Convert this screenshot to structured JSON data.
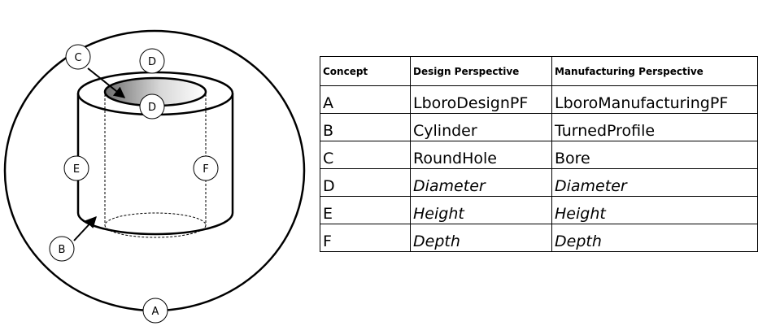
{
  "figure": {
    "callouts": {
      "a": "A",
      "b": "B",
      "c": "C",
      "d_top": "D",
      "d_inner": "D",
      "e": "E",
      "f": "F"
    }
  },
  "table": {
    "headers": [
      "Concept",
      "Design Perspective",
      "Manufacturing Perspective"
    ],
    "rows": [
      [
        "A",
        "LboroDesignPF",
        "LboroManufacturingPF"
      ],
      [
        "B",
        "Cylinder",
        "TurnedProfile"
      ],
      [
        "C",
        "RoundHole",
        "Bore"
      ],
      [
        "D",
        "Diameter",
        "Diameter"
      ],
      [
        "E",
        "Height",
        "Height"
      ],
      [
        "F",
        "Depth",
        "Depth"
      ]
    ]
  }
}
